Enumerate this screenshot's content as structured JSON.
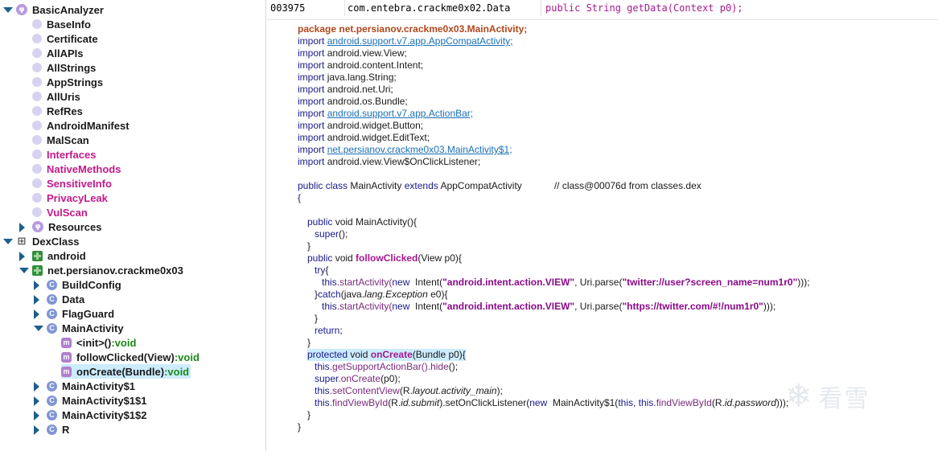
{
  "tree": {
    "root": "BasicAnalyzer",
    "basic_items": [
      "BaseInfo",
      "Certificate",
      "AllAPIs",
      "AllStrings",
      "AppStrings",
      "AllUris",
      "RefRes",
      "AndroidManifest",
      "MalScan"
    ],
    "magenta_items": [
      "Interfaces",
      "NativeMethods",
      "SensitiveInfo",
      "PrivacyLeak",
      "VulScan"
    ],
    "resources": "Resources",
    "dexclass": "DexClass",
    "android_pkg": "android",
    "app_pkg": "net.persianov.crackme0x03",
    "classes_before": [
      "BuildConfig",
      "Data",
      "FlagGuard"
    ],
    "main_class": "MainActivity",
    "methods": [
      {
        "name": "<init>()",
        "ret": ":void"
      },
      {
        "name": "followClicked(View)",
        "ret": ":void"
      },
      {
        "name": "onCreate(Bundle)",
        "ret": ":void"
      }
    ],
    "classes_after": [
      "MainActivity$1",
      "MainActivity$1$1",
      "MainActivity$1$2",
      "R"
    ]
  },
  "topbar": {
    "offset": "003975",
    "class": "com.entebra.crackme0x02.Data",
    "signature": "public String getData(Context p0);"
  },
  "code": {
    "package_kw": "package",
    "package_name": "net.persianov.crackme0x03.MainActivity;",
    "import_kw": "import",
    "imports": [
      {
        "t": "android.support.v7.app.AppCompatActivity;",
        "link": true
      },
      {
        "t": "android.view.View;",
        "link": false
      },
      {
        "t": "android.content.Intent;",
        "link": false
      },
      {
        "t": "java.lang.String;",
        "link": false
      },
      {
        "t": "android.net.Uri;",
        "link": false
      },
      {
        "t": "android.os.Bundle;",
        "link": false
      },
      {
        "t": "android.support.v7.app.ActionBar;",
        "link": true
      },
      {
        "t": "android.widget.Button;",
        "link": false
      },
      {
        "t": "android.widget.EditText;",
        "link": false
      },
      {
        "t": "net.persianov.crackme0x03.MainActivity$1;",
        "link": true
      },
      {
        "t": "android.view.View$OnClickListener;",
        "link": false
      }
    ],
    "class_decl": {
      "kw1": "public class",
      "name": "MainActivity",
      "kw2": "extends",
      "parent": "AppCompatActivity",
      "comment": "// class@00076d from classes.dex"
    },
    "brace_open": "{",
    "ctor": {
      "kw": "public",
      "rest": "void MainActivity(){"
    },
    "super_call": "super",
    "super_rest": "();",
    "close1": "}",
    "follow_decl": {
      "kw": "public",
      "rest1": "void ",
      "name": "followClicked",
      "rest2": "(View p0){"
    },
    "try_kw": "try",
    "try_rest": "{",
    "this_kw": "this",
    "start_activity": ".startActivity(",
    "new_kw": "new",
    "intent_open": " Intent(",
    "view_action": "\"android.intent.action.VIEW\"",
    "uri_parse": ", Uri.parse(",
    "twitter_url": "\"twitter://user?screen_name=num1r0\"",
    "close_call": ")));",
    "catch_line_pre": "}",
    "catch_kw": "catch",
    "catch_rest_a": "(java.",
    "catch_rest_b": "lang.Exception",
    "catch_rest_c": " e0){",
    "https_url": "\"https://twitter.com/#!/num1r0\"",
    "return_kw": "return",
    "return_rest": ";",
    "close2": "}",
    "oncreate_decl": {
      "kw": "protected",
      "rest1": " void ",
      "name": "onCreate",
      "rest2": "(Bundle p0){"
    },
    "l_hide_a": ".getSupportActionBar()",
    "l_hide_b": ".hide",
    "l_hide_c": "();",
    "super_oncreate_a": ".onCreate",
    "super_oncreate_b": "(p0);",
    "setcontent_a": ".setContentView",
    "setcontent_b": "(R.",
    "setcontent_c": "layout.activity_main",
    "setcontent_d": ");",
    "findview_a": ".findViewById",
    "findview_b": "(R.",
    "findview_c": "id.submit",
    "findview_d": ").setOnClickListener(",
    "findview_e": " MainActivity$1(",
    "findview_f": ", ",
    "findview_g": ".findViewById",
    "findview_h": "(R.",
    "findview_i": "id.password",
    "findview_j": ")));",
    "close3": "}",
    "close4": "}"
  },
  "watermark": {
    "text": "看雪",
    "icon": "snowflake-icon"
  }
}
